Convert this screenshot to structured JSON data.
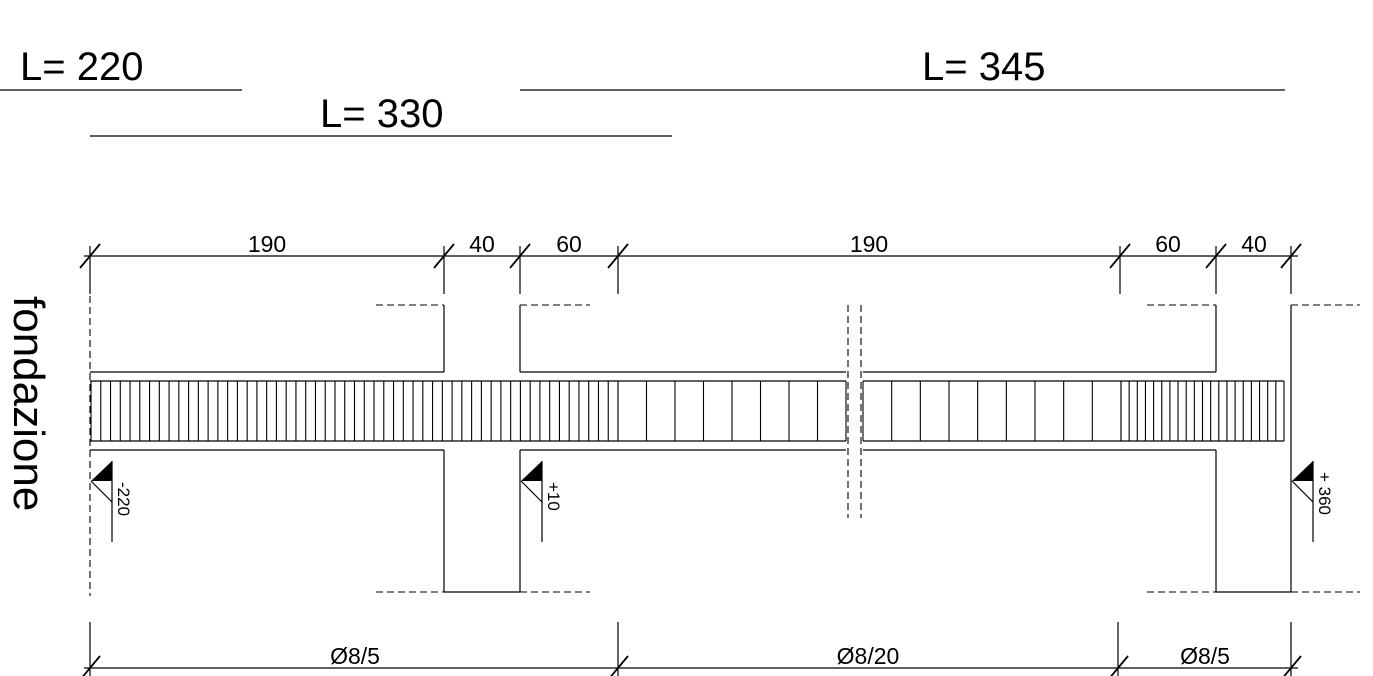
{
  "bar_lengths": [
    "L= 220",
    "L= 330",
    "L= 345"
  ],
  "top_dimensions": [
    "190",
    "40",
    "60",
    "190",
    "60",
    "40"
  ],
  "side_label": "fondazione",
  "levels": [
    "-220",
    "+10",
    "+ 360"
  ],
  "stirrup_zones": [
    "Ø8/5",
    "Ø8/20",
    "Ø8/5"
  ],
  "stirrups": {
    "dense_left_count": 54,
    "sparse_left_count": 8,
    "sparse_right_count": 9,
    "dense_right_count": 20
  }
}
